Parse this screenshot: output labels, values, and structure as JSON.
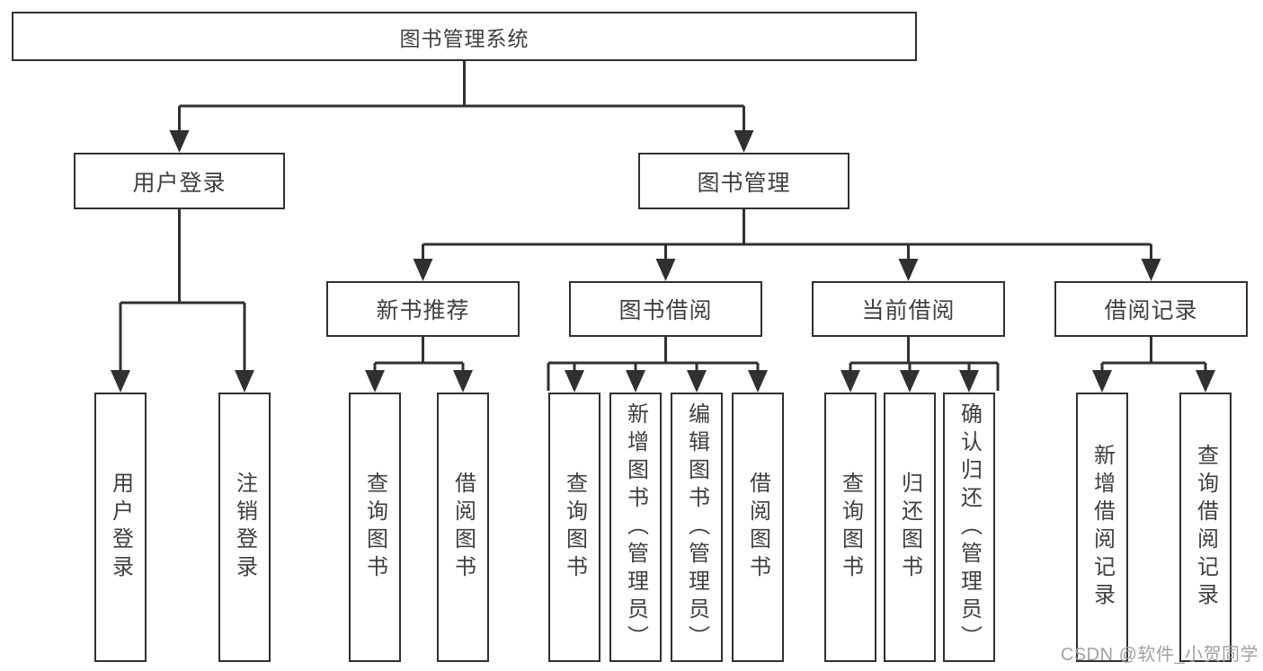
{
  "tree": {
    "label": "图书管理系统",
    "children": [
      {
        "label": "用户登录",
        "children": [
          {
            "label": "用户登录"
          },
          {
            "label": "注销登录"
          }
        ]
      },
      {
        "label": "图书管理",
        "children": [
          {
            "label": "新书推荐",
            "children": [
              {
                "label": "查询图书"
              },
              {
                "label": "借阅图书"
              }
            ]
          },
          {
            "label": "图书借阅",
            "children": [
              {
                "label": "查询图书"
              },
              {
                "label": "新增图书（管理员）"
              },
              {
                "label": "编辑图书（管理员）"
              },
              {
                "label": "借阅图书"
              }
            ]
          },
          {
            "label": "当前借阅",
            "children": [
              {
                "label": "查询图书"
              },
              {
                "label": "归还图书"
              },
              {
                "label": "确认归还（管理员）"
              }
            ]
          },
          {
            "label": "借阅记录",
            "children": [
              {
                "label": "新增借阅记录"
              },
              {
                "label": "查询借阅记录"
              }
            ]
          }
        ]
      }
    ]
  },
  "watermark": {
    "text": "CSDN @软件_小贺同学"
  },
  "colors": {
    "line": "#303030",
    "node_border": "#303030",
    "node_text": "#3f3f3f",
    "watermark_text": "#9ea2a8",
    "background": "#ffffff"
  }
}
